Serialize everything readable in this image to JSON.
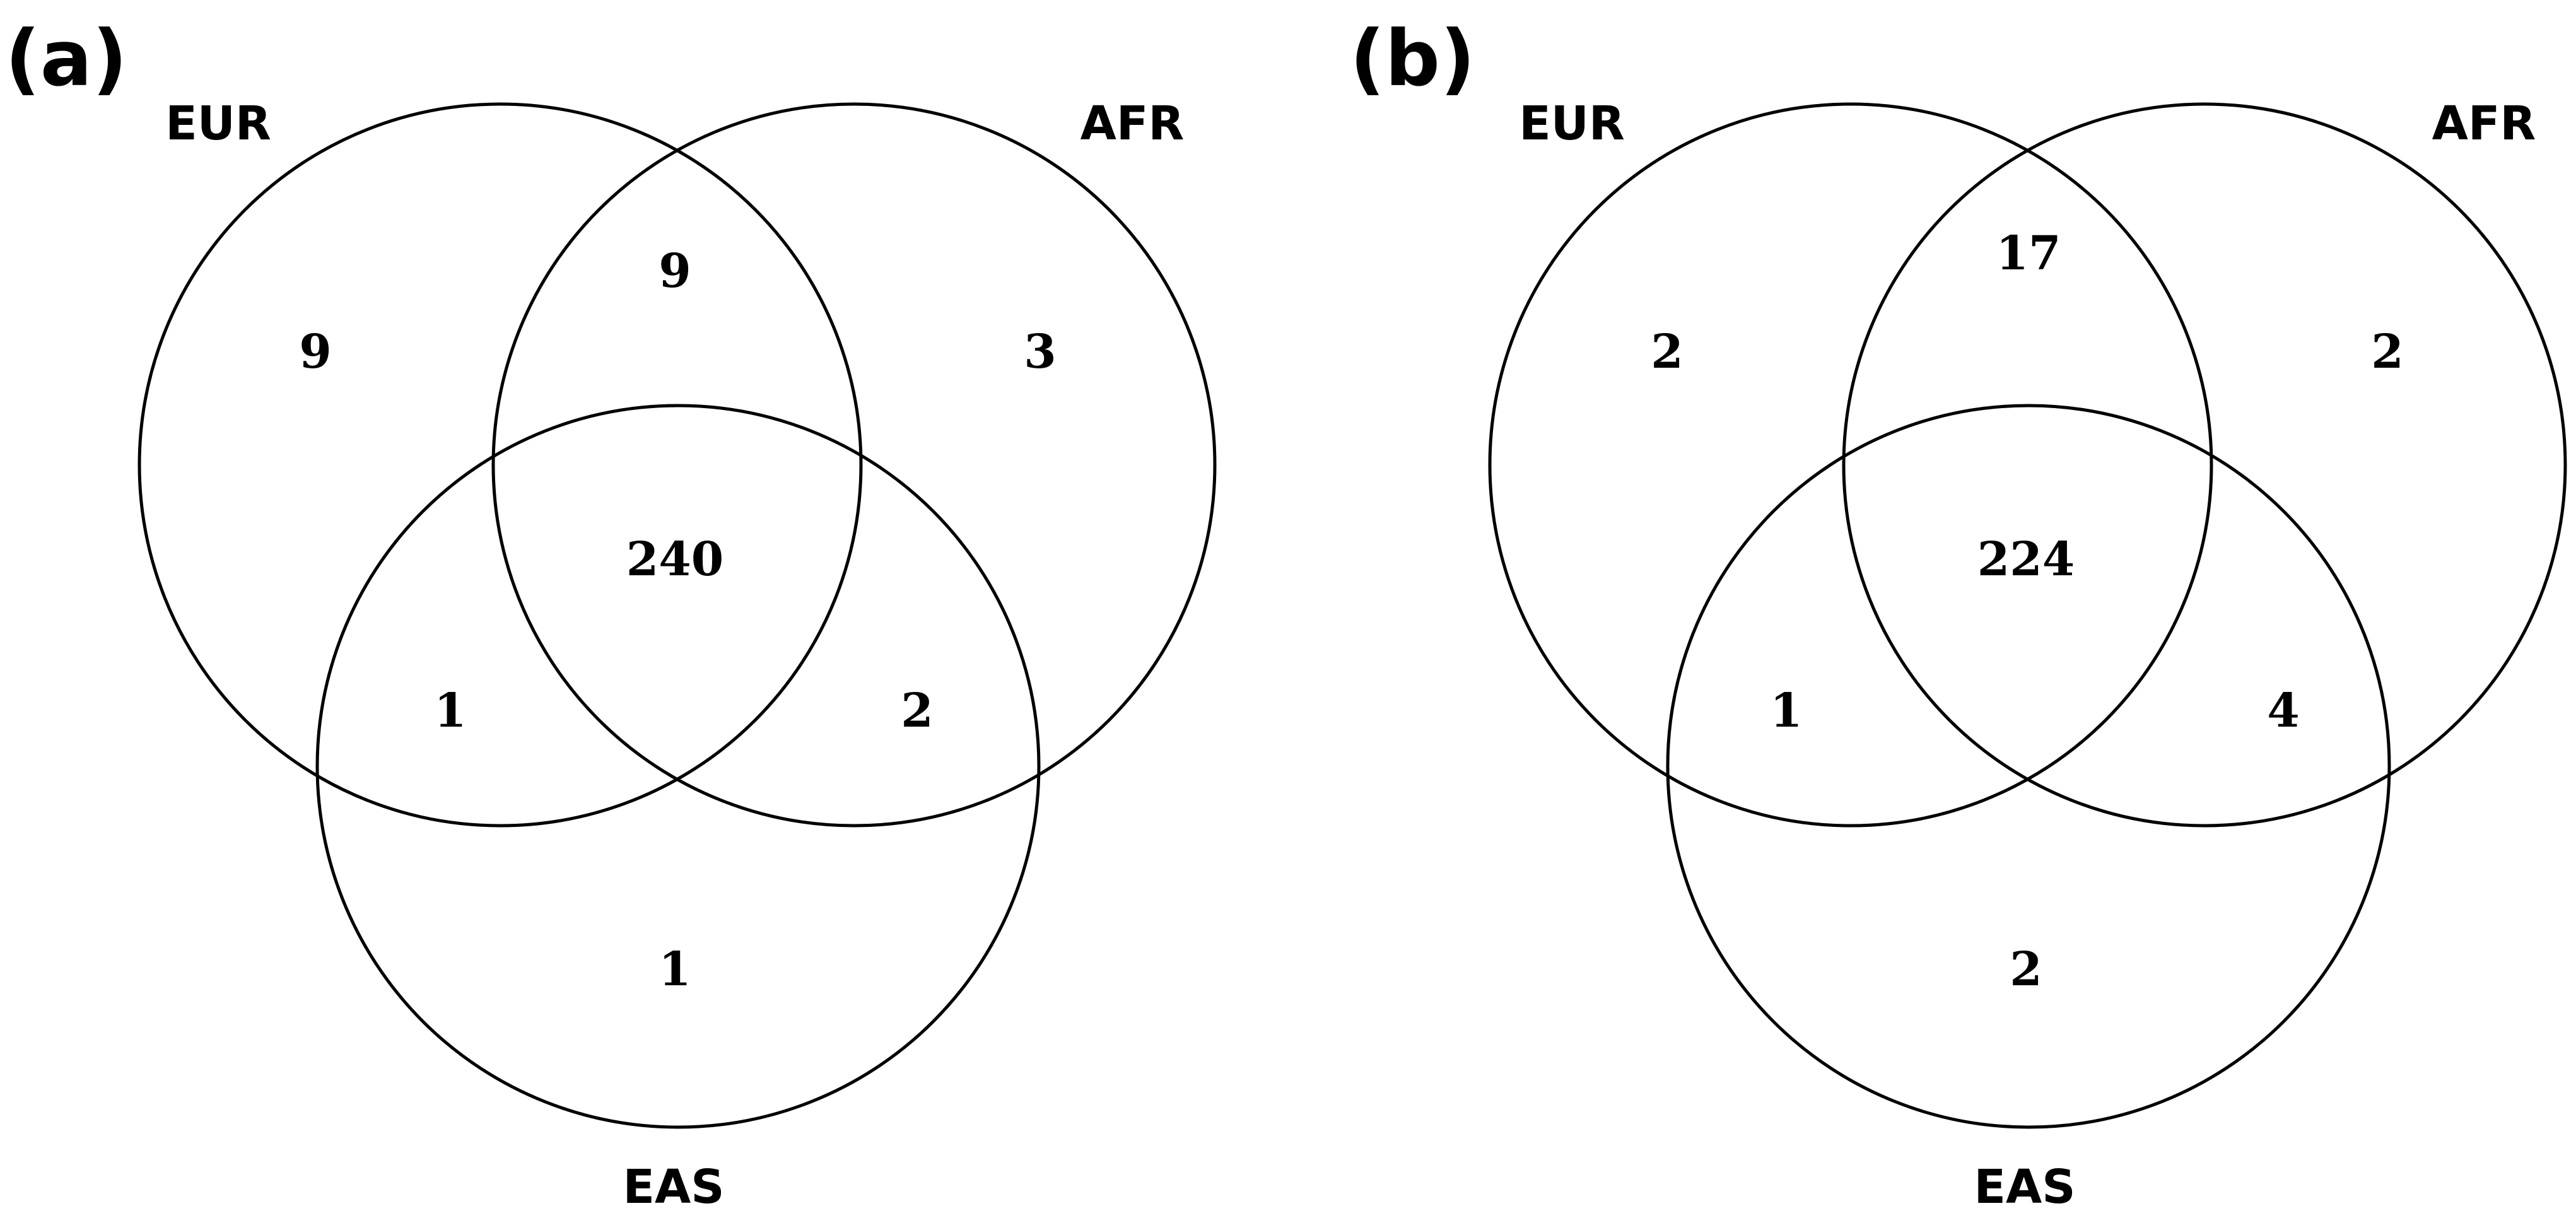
{
  "panels": [
    {
      "label": "(a)",
      "sets": {
        "eur": "EUR",
        "afr": "AFR",
        "eas": "EAS"
      },
      "regions": {
        "eur_only": "9",
        "eur_afr": "9",
        "afr_only": "3",
        "all_three": "240",
        "eur_eas": "1",
        "afr_eas": "2",
        "eas_only": "1"
      }
    },
    {
      "label": "(b)",
      "sets": {
        "eur": "EUR",
        "afr": "AFR",
        "eas": "EAS"
      },
      "regions": {
        "eur_only": "2",
        "eur_afr": "17",
        "afr_only": "2",
        "all_three": "224",
        "eur_eas": "1",
        "afr_eas": "4",
        "eas_only": "2"
      }
    }
  ]
}
